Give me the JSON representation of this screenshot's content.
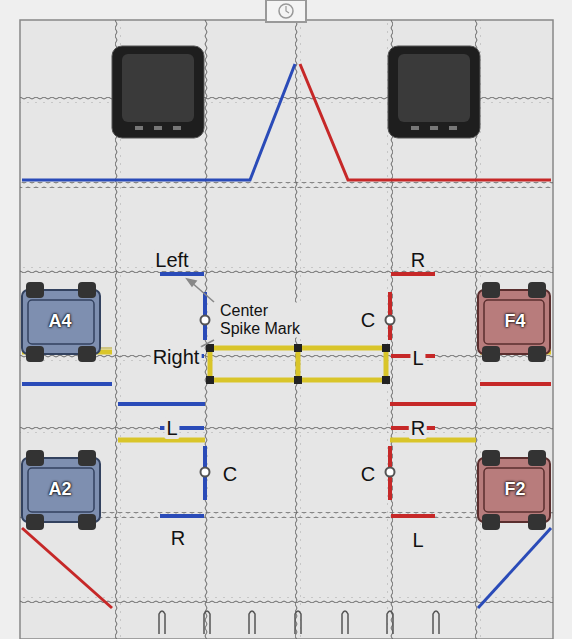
{
  "diagram": {
    "labels": [
      "Left",
      "R",
      "A4",
      "Center Spike Mark",
      "C",
      "F4",
      "Right",
      "L",
      "L",
      "R",
      "A2",
      "C",
      "C",
      "F2",
      "R",
      "L"
    ]
  }
}
